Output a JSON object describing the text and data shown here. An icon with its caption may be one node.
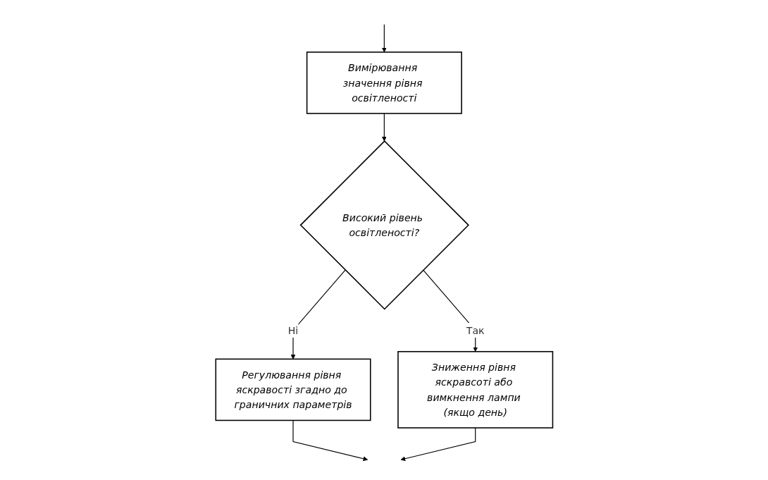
{
  "diagram": {
    "nodes": [
      {
        "text": [
          "Вимірювання значення рівня освітленості"
        ]
      },
      {
        "text": [
          "Високий рівень освітленості?"
        ]
      },
      {
        "text": [
          "Регулювання рівня яскравості згадно до граничних параметрів"
        ]
      },
      {
        "text": [
          "Зниження рівня яскравсоті або вимкнення лампи (якщо день)"
        ]
      }
    ],
    "edges": [
      {
        "from": null,
        "to": 0,
        "arrow": "to"
      },
      {
        "from": 0,
        "to": 1,
        "arrow": "to"
      },
      {
        "from": 1,
        "to": 2,
        "label": "Ні",
        "arrow": "to"
      },
      {
        "from": 1,
        "to": 3,
        "label": "Так",
        "arrow": "to"
      },
      {
        "from": 2,
        "to": null,
        "arrow": "to"
      },
      {
        "from": 3,
        "to": null,
        "arrow": "to"
      }
    ]
  }
}
